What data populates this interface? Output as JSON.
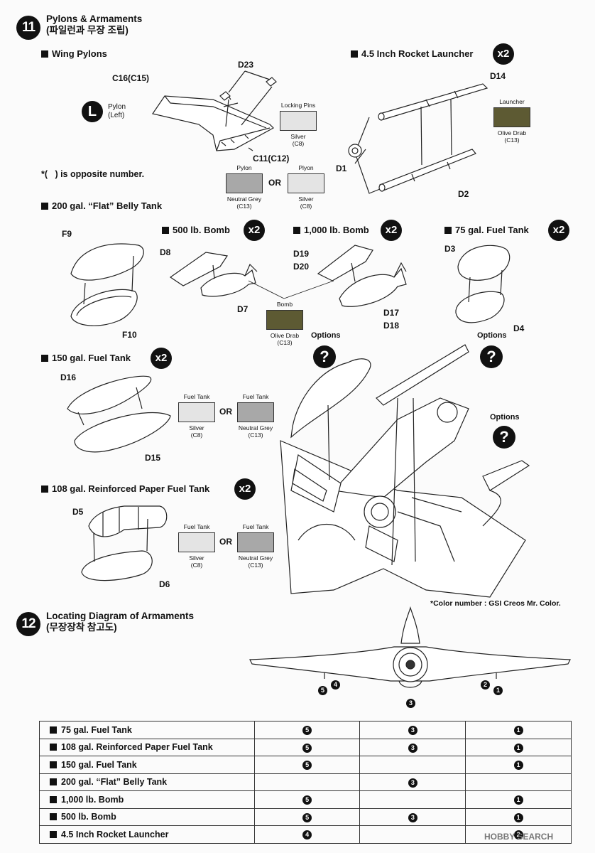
{
  "step11": {
    "number": "11",
    "title": "Pylons & Armaments",
    "subtitle": "(파일런과 무장 조립)"
  },
  "wing_pylons": {
    "heading": "Wing Pylons",
    "parts": {
      "c16": "C16(C15)",
      "d23": "D23",
      "c11": "C11(C12)"
    },
    "pylon_badge": "L",
    "pylon_label_1": "Pylon",
    "pylon_label_2": "(Left)",
    "locking_pins": {
      "label": "Locking Pins",
      "color_name": "Silver",
      "code": "(C8)",
      "hex": "#e4e4e4"
    },
    "opposite_note": "*(   ) is opposite number.",
    "pylon_color_a": {
      "label": "Pylon",
      "color_name": "Neutral Grey",
      "code": "(C13)",
      "hex": "#a8a8a8"
    },
    "pylon_color_b": {
      "label": "Plyon",
      "color_name": "Silver",
      "code": "(C8)",
      "hex": "#e4e4e4"
    },
    "or": "OR"
  },
  "rocket": {
    "heading": "4.5 Inch Rocket Launcher",
    "qty": "x2",
    "parts": {
      "d14": "D14",
      "d1": "D1",
      "d2": "D2"
    },
    "color": {
      "label": "Launcher",
      "color_name": "Olive Drab",
      "code": "(C13)",
      "hex": "#5d5a33"
    }
  },
  "belly_tank": {
    "heading": "200 gal. “Flat” Belly Tank",
    "parts": {
      "f9": "F9",
      "f10": "F10"
    }
  },
  "bomb500": {
    "heading": "500 lb. Bomb",
    "qty": "x2",
    "parts": {
      "d8": "D8",
      "d7": "D7"
    }
  },
  "bomb1000": {
    "heading": "1,000 lb. Bomb",
    "qty": "x2",
    "parts": {
      "d19": "D19",
      "d20": "D20",
      "d17": "D17",
      "d18": "D18"
    }
  },
  "bomb_color": {
    "label": "Bomb",
    "color_name": "Olive Drab",
    "code": "(C13)",
    "hex": "#5d5a33"
  },
  "tank75": {
    "heading": "75 gal. Fuel Tank",
    "qty": "x2",
    "parts": {
      "d3": "D3",
      "d4": "D4"
    }
  },
  "tank150": {
    "heading": "150 gal. Fuel Tank",
    "qty": "x2",
    "parts": {
      "d16": "D16",
      "d15": "D15"
    },
    "color_a": {
      "label": "Fuel Tank",
      "color_name": "Silver",
      "code": "(C8)",
      "hex": "#e4e4e4"
    },
    "color_b": {
      "label": "Fuel Tank",
      "color_name": "Neutral Grey",
      "code": "(C13)",
      "hex": "#a8a8a8"
    },
    "or": "OR"
  },
  "tank108": {
    "heading": "108 gal. Reinforced Paper Fuel Tank",
    "qty": "x2",
    "parts": {
      "d5": "D5",
      "d6": "D6"
    },
    "color_a": {
      "label": "Fuel Tank",
      "color_name": "Silver",
      "code": "(C8)",
      "hex": "#e4e4e4"
    },
    "color_b": {
      "label": "Fuel Tank",
      "color_name": "Neutral Grey",
      "code": "(C13)",
      "hex": "#a8a8a8"
    },
    "or": "OR"
  },
  "options": {
    "label": "Options",
    "mark": "?"
  },
  "color_note": "*Color number : GSI Creos Mr. Color.",
  "step12": {
    "number": "12",
    "title": "Locating Diagram of Armaments",
    "subtitle": "(무장장착 참고도)",
    "stations": [
      "1",
      "2",
      "3",
      "4",
      "5"
    ]
  },
  "table": {
    "rows": [
      {
        "name": "75 gal. Fuel Tank",
        "cells": [
          "5",
          "3",
          "1"
        ]
      },
      {
        "name": "108 gal. Reinforced Paper Fuel Tank",
        "cells": [
          "5",
          "3",
          "1"
        ]
      },
      {
        "name": "150 gal. Fuel Tank",
        "cells": [
          "5",
          "",
          "1"
        ]
      },
      {
        "name": "200 gal. “Flat” Belly Tank",
        "cells": [
          "",
          "3",
          ""
        ]
      },
      {
        "name": "1,000 lb. Bomb",
        "cells": [
          "5",
          "",
          "1"
        ]
      },
      {
        "name": "500 lb. Bomb",
        "cells": [
          "5",
          "3",
          "1"
        ]
      },
      {
        "name": "4.5 Inch Rocket Launcher",
        "cells": [
          "4",
          "",
          "2"
        ]
      }
    ]
  },
  "watermark": "HOBBY SEARCH"
}
